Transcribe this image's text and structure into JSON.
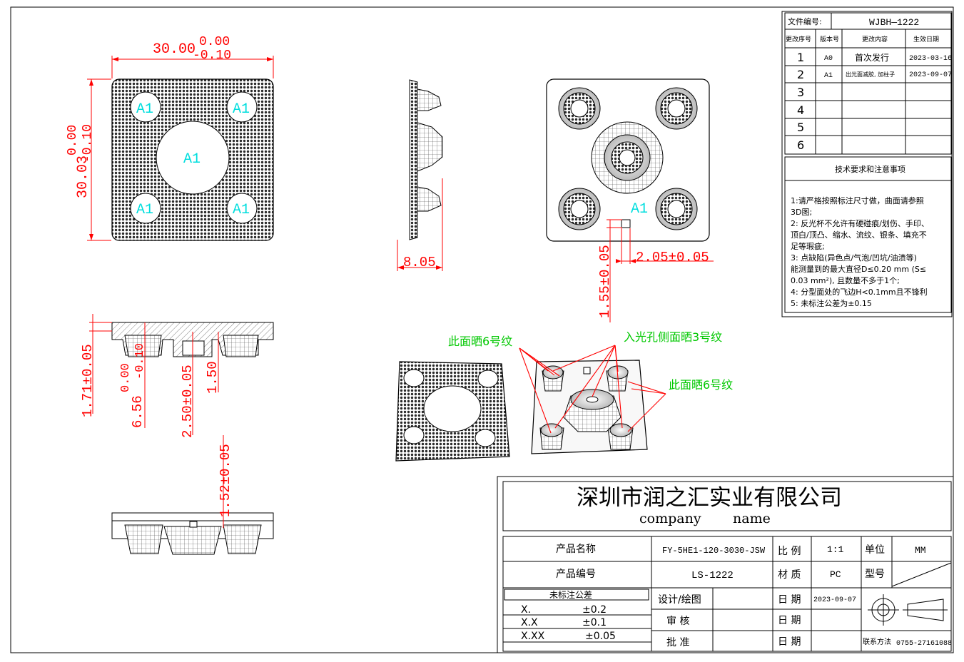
{
  "revision_block": {
    "doc_no_label": "文件编号:",
    "doc_no": "WJBH—1222",
    "headers": [
      "更改序号",
      "版本号",
      "更改内容",
      "生效日期"
    ],
    "rows": [
      {
        "no": "1",
        "version": "A0",
        "content": "首次发行",
        "date": "2023-03-16"
      },
      {
        "no": "2",
        "version": "A1",
        "content": "出光面减胶, 加柱子",
        "date": "2023-09-07"
      },
      {
        "no": "3",
        "version": "",
        "content": "",
        "date": ""
      },
      {
        "no": "4",
        "version": "",
        "content": "",
        "date": ""
      },
      {
        "no": "5",
        "version": "",
        "content": "",
        "date": ""
      },
      {
        "no": "6",
        "version": "",
        "content": "",
        "date": ""
      }
    ]
  },
  "notes": {
    "title": "技术要求和注意事项",
    "lines": [
      "1:请严格按照标注尺寸做，曲面请参照",
      "3D图;",
      "2: 反光杯不允许有硬碰痕/划伤、手印、",
      "顶白/顶凸、缩水、流纹、银条、填充不",
      "足等瑕疵;",
      "3: 点缺陷(异色点/气泡/凹坑/油渍等)",
      "能测量到的最大直径D≤0.20 mm (S≤",
      "0.03 mm²),  且数量不多于1个;",
      "4: 分型面处的飞边H<0.1mm且不锋利",
      "5: 未标注公差为±0.15"
    ]
  },
  "dimensions": {
    "width": "30.00",
    "width_tol_upper": "0.00",
    "width_tol_lower": "-0.10",
    "height": "30.03",
    "height_tol_upper": "0.00",
    "height_tol_lower": "-0.10",
    "side_thickness": "8.05",
    "pin_width": "2.05±0.05",
    "pin_height": "1.55±0.05",
    "plate_thickness": "1.71±0.05",
    "overall_height": "6.56",
    "overall_tol_upper": "0.00",
    "overall_tol_lower": "-0.10",
    "center_depth": "2.50±0.05",
    "step": "1.50",
    "bottom_height": "1.52±0.05"
  },
  "labels": {
    "a1": "A1",
    "texture6_left": "此面晒6号纹",
    "texture3": "入光孔侧面晒3号纹",
    "texture6_right": "此面晒6号纹"
  },
  "title_block": {
    "company_cn": "深圳市润之汇实业有限公司",
    "company_en_1": "company",
    "company_en_2": "name",
    "product_name_label": "产品名称",
    "product_name": "FY-5HE1-120-3030-JSW",
    "product_no_label": "产品编号",
    "product_no": "LS-1222",
    "tol_title": "未标注公差",
    "tolerances": [
      {
        "fmt": "X.",
        "tol": "±0.2"
      },
      {
        "fmt": "X.X",
        "tol": "±0.1"
      },
      {
        "fmt": "X.XX",
        "tol": "±0.05"
      }
    ],
    "scale_label": "比 例",
    "scale": "1:1",
    "unit_label": "单位",
    "unit": "MM",
    "material_label": "材 质",
    "material": "PC",
    "model_label": "型号",
    "design_label": "设计/绘图",
    "date_label": "日 期",
    "design_date": "2023-09-07",
    "review_label": "审  核",
    "approve_label": "批  准",
    "contact_label": "联系方法",
    "contact": "0755-27161088"
  }
}
